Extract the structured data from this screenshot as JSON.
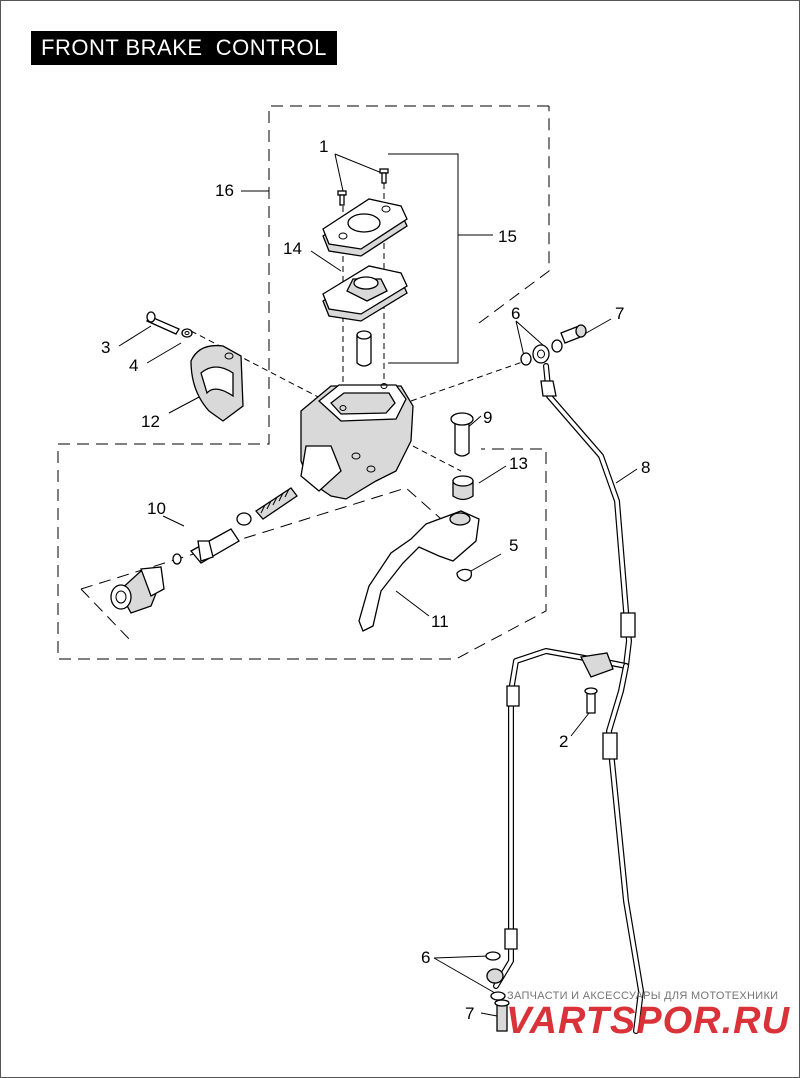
{
  "diagram": {
    "title": "FRONT BRAKE  CONTROL",
    "callouts": {
      "c1": "1",
      "c2": "2",
      "c3": "3",
      "c4": "4",
      "c5": "5",
      "c6_top": "6",
      "c6_bottom": "6",
      "c7_top": "7",
      "c7_bottom": "7",
      "c8": "8",
      "c9": "9",
      "c10": "10",
      "c11": "11",
      "c12": "12",
      "c13": "13",
      "c14": "14",
      "c15": "15",
      "c16": "16"
    }
  },
  "watermark": {
    "caption": "ЗАПЧАСТИ И АКСЕССУАРЫ ДЛЯ МОТОТЕХНИКИ",
    "logo": "VARTSPOR.RU",
    "logo_color": "#d51c24"
  }
}
